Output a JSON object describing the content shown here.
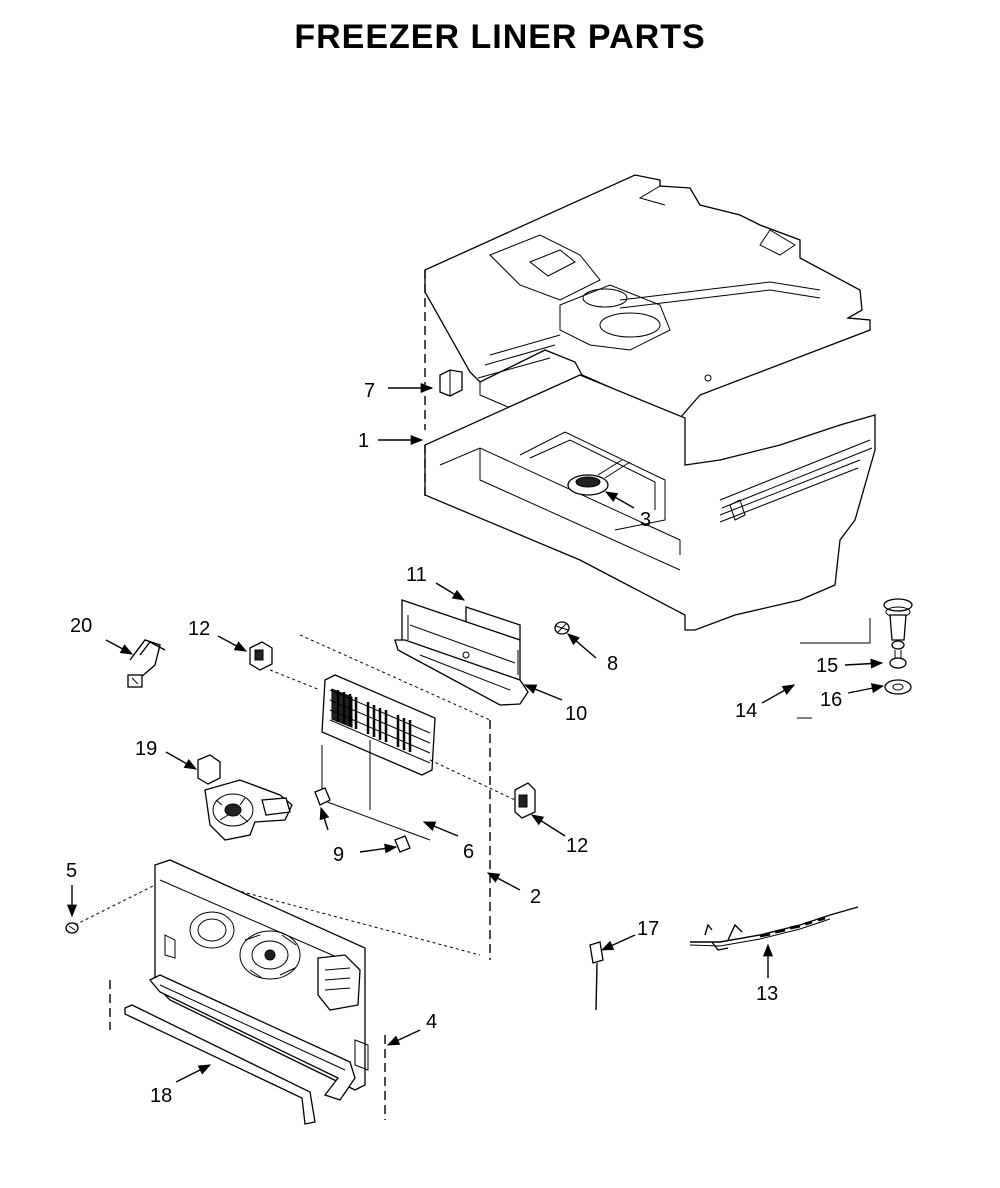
{
  "title": "FREEZER LINER PARTS",
  "callouts": [
    {
      "id": "1",
      "text": "1"
    },
    {
      "id": "2",
      "text": "2"
    },
    {
      "id": "3",
      "text": "3"
    },
    {
      "id": "4",
      "text": "4"
    },
    {
      "id": "5",
      "text": "5"
    },
    {
      "id": "6",
      "text": "6"
    },
    {
      "id": "7",
      "text": "7"
    },
    {
      "id": "8",
      "text": "8"
    },
    {
      "id": "9",
      "text": "9"
    },
    {
      "id": "10",
      "text": "10"
    },
    {
      "id": "11",
      "text": "11"
    },
    {
      "id": "12a",
      "text": "12"
    },
    {
      "id": "12b",
      "text": "12"
    },
    {
      "id": "13",
      "text": "13"
    },
    {
      "id": "14",
      "text": "14"
    },
    {
      "id": "15",
      "text": "15"
    },
    {
      "id": "16",
      "text": "16"
    },
    {
      "id": "17",
      "text": "17"
    },
    {
      "id": "18",
      "text": "18"
    },
    {
      "id": "19",
      "text": "19"
    },
    {
      "id": "20",
      "text": "20"
    }
  ]
}
